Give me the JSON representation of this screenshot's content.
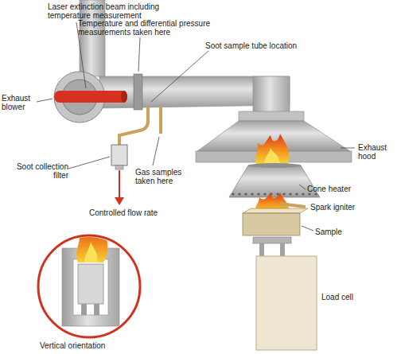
{
  "diagram": {
    "labels": [
      "Laser extinction beam including temperature measurement",
      "Temperature and differential pressure measurements taken here",
      "Soot sample tube location",
      "Exhaust blower",
      "Exhaust hood",
      "Soot collection filter",
      "Gas samples taken here",
      "Controlled flow rate",
      "Cone heater",
      "Spark igniter",
      "Sample",
      "Load cell",
      "Vertical orientation"
    ]
  }
}
